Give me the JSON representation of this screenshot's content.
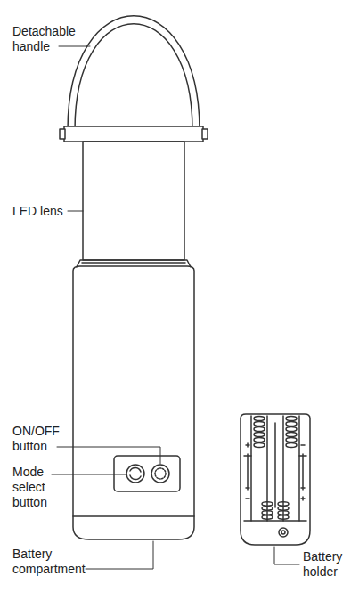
{
  "diagram": {
    "labels": [
      "Detachable handle",
      "LED lens",
      "ON/OFF button",
      "Mode select button",
      "Battery compartment",
      "Battery holder"
    ]
  }
}
